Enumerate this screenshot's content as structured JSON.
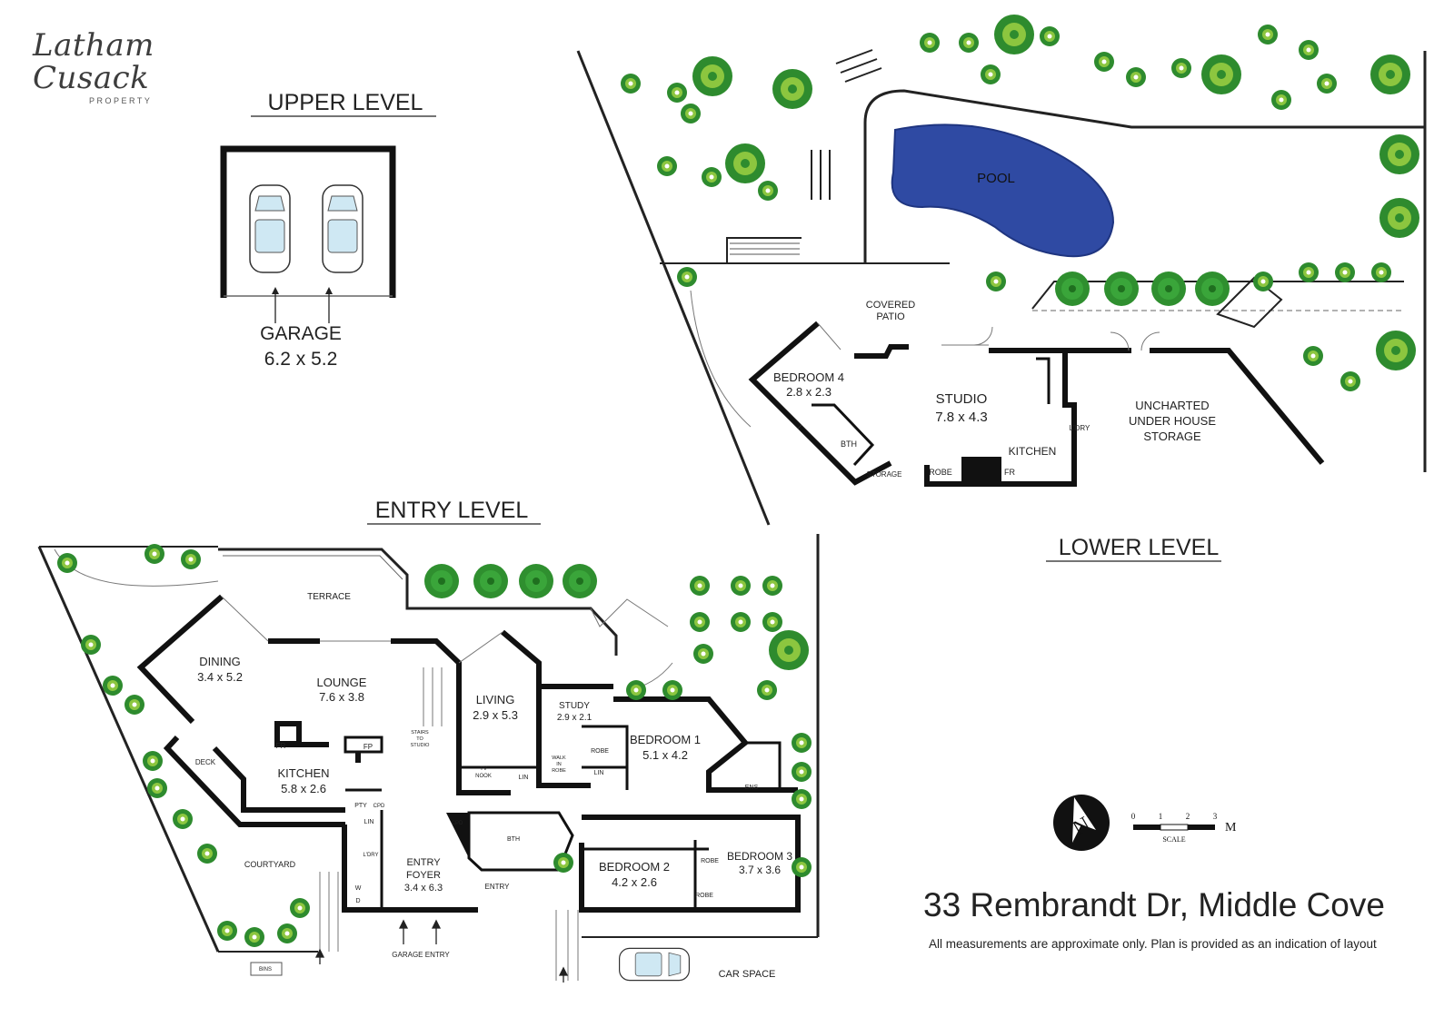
{
  "brand": {
    "name": "Latham Cusack",
    "tagline": "PROPERTY"
  },
  "levels": {
    "upper": "UPPER LEVEL",
    "entry": "ENTRY LEVEL",
    "lower": "LOWER LEVEL"
  },
  "rooms": {
    "garage": {
      "name": "GARAGE",
      "dims": "6.2 x 5.2"
    },
    "pool": "POOL",
    "covered_patio_1": "COVERED",
    "covered_patio_2": "PATIO",
    "bedroom4": {
      "name": "BEDROOM 4",
      "dims": "2.8 x 2.3"
    },
    "studio": {
      "name": "STUDIO",
      "dims": "7.8 x 4.3"
    },
    "uncharted_1": "UNCHARTED",
    "uncharted_2": "UNDER HOUSE",
    "uncharted_3": "STORAGE",
    "lower_bth": "BTH",
    "lower_ldry": "L'DRY",
    "lower_kitchen": "KITCHEN",
    "lower_storage": "STORAGE",
    "lower_robe": "ROBE",
    "lower_fr": "FR",
    "terrace": "TERRACE",
    "dining": {
      "name": "DINING",
      "dims": "3.4 x 5.2"
    },
    "lounge": {
      "name": "LOUNGE",
      "dims": "7.6 x 3.8"
    },
    "living": {
      "name": "LIVING",
      "dims": "2.9 x 5.3"
    },
    "study": {
      "name": "STUDY",
      "dims": "2.9 x 2.1"
    },
    "bedroom1": {
      "name": "BEDROOM 1",
      "dims": "5.1 x 4.2"
    },
    "kitchen": {
      "name": "KITCHEN",
      "dims": "5.8 x 2.6"
    },
    "entry_foyer": {
      "name1": "ENTRY",
      "name2": "FOYER",
      "dims": "3.4 x 6.3"
    },
    "bedroom2": {
      "name": "BEDROOM 2",
      "dims": "4.2 x 2.6"
    },
    "bedroom3": {
      "name": "BEDROOM 3",
      "dims": "3.7 x 3.6"
    },
    "courtyard": "COURTYARD",
    "deck": "DECK",
    "fr": "FR",
    "fp": "FP",
    "pty": "PTY",
    "cpd": "CPD",
    "lin": "LIN",
    "ldry": "L'DRY",
    "w": "W",
    "d": "D",
    "bth": "BTH",
    "ens": "ENS",
    "robe": "ROBE",
    "tv_nook_1": "TV",
    "tv_nook_2": "NOOK",
    "walk_in_robe_1": "WALK",
    "walk_in_robe_2": "IN",
    "walk_in_robe_3": "ROBE",
    "stairs_1": "STAIRS",
    "stairs_2": "TO",
    "stairs_3": "STUDIO",
    "entry": "ENTRY",
    "garage_entry": "GARAGE ENTRY",
    "car_space": "CAR SPACE",
    "bins": "BINS"
  },
  "scale": {
    "ticks": [
      "0",
      "1",
      "2",
      "3"
    ],
    "unit": "M",
    "label": "SCALE"
  },
  "compass": "N",
  "address": "33 Rembrandt Dr, Middle Cove",
  "disclaimer": "All measurements are approximate only. Plan is provided as an indication of layout",
  "colors": {
    "wall": "#111111",
    "pool": "#2f4aa3",
    "plant": "#2e8b2e",
    "plant_light": "#8cc63f",
    "line": "#444444"
  }
}
